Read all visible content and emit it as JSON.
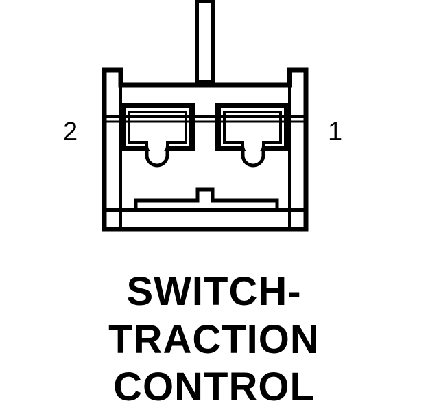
{
  "connector": {
    "pin_left_label": "2",
    "pin_right_label": "1"
  },
  "caption": {
    "line1": "SWITCH-",
    "line2": "TRACTION",
    "line3": "CONTROL"
  },
  "colors": {
    "ink": "#000000",
    "background": "#ffffff"
  }
}
